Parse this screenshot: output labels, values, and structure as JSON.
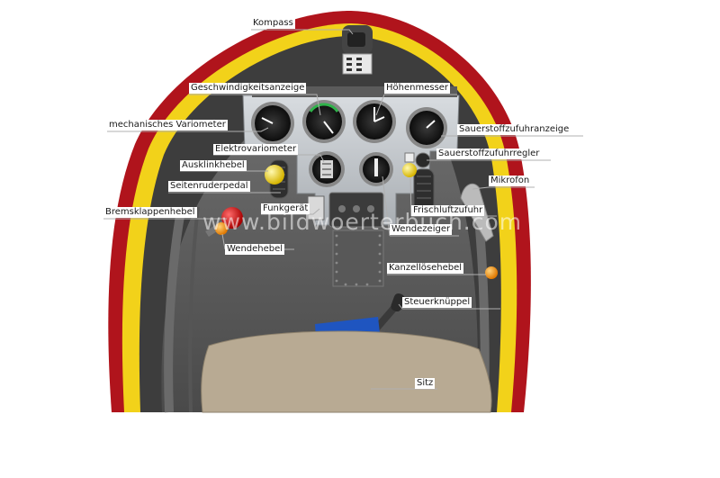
{
  "diagram": {
    "watermark": "www.bildwoerterbuch.com",
    "labels": [
      {
        "id": "kompass",
        "text": "Kompass"
      },
      {
        "id": "geschwindigkeitsanzeige",
        "text": "Geschwindigkeitsanzeige"
      },
      {
        "id": "hoehenmesser",
        "text": "Höhenmesser"
      },
      {
        "id": "mech-variometer",
        "text": "mechanisches Variometer"
      },
      {
        "id": "sauerstoffzufuhranzeige",
        "text": "Sauerstoffzufuhranzeige"
      },
      {
        "id": "elektrovariometer",
        "text": "Elektrovariometer"
      },
      {
        "id": "sauerstoffzufuhrregler",
        "text": "Sauerstoffzufuhrregler"
      },
      {
        "id": "ausklinkhebel",
        "text": "Ausklinkhebel"
      },
      {
        "id": "mikrofon",
        "text": "Mikrofon"
      },
      {
        "id": "seitenruderpedal",
        "text": "Seitenruderpedal"
      },
      {
        "id": "funkgeraet",
        "text": "Funkgerät"
      },
      {
        "id": "frischluftzufuhr",
        "text": "Frischluftzufuhr"
      },
      {
        "id": "bremsklappenhebel",
        "text": "Bremsklappenhebel"
      },
      {
        "id": "wendezeiger",
        "text": "Wendezeiger"
      },
      {
        "id": "wendehebel",
        "text": "Wendehebel"
      },
      {
        "id": "kanzelloesehebel",
        "text": "Kanzellösehebel"
      },
      {
        "id": "steuerknueppel",
        "text": "Steuerknüppel"
      },
      {
        "id": "sitz",
        "text": "Sitz"
      }
    ]
  }
}
